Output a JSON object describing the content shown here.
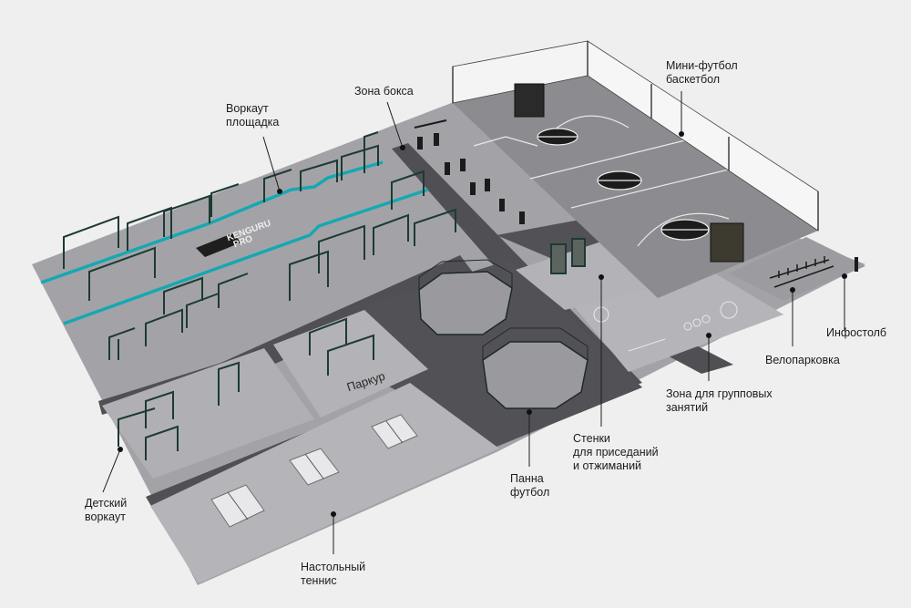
{
  "labels": {
    "workout": [
      "Воркаут",
      "площадка"
    ],
    "boxing": [
      "Зона бокса"
    ],
    "minifootball": [
      "Мини-футбол",
      "баскетбол"
    ],
    "infostolb": [
      "Инфостолб"
    ],
    "veloparking": [
      "Велопарковка"
    ],
    "group_zone": [
      "Зона  для групповых",
      "занятий"
    ],
    "walls": [
      "Стенки",
      "для приседаний",
      "и отжиманий"
    ],
    "panna": [
      "Панна",
      "футбол"
    ],
    "kids_workout": [
      "Детский",
      "воркаут"
    ],
    "table_tennis": [
      "Настольный",
      "теннис"
    ]
  },
  "map_text": {
    "parkour": "Паркур",
    "brand_line1": "KENGURU",
    "brand_line2": "PRO"
  },
  "colors": {
    "background": "#efeff0",
    "ground": "#a2a2a6",
    "paths": "#4c4c50",
    "accent_line": "#16a8b2",
    "court": "#8e8e92",
    "equipment": "#1f3a34"
  }
}
